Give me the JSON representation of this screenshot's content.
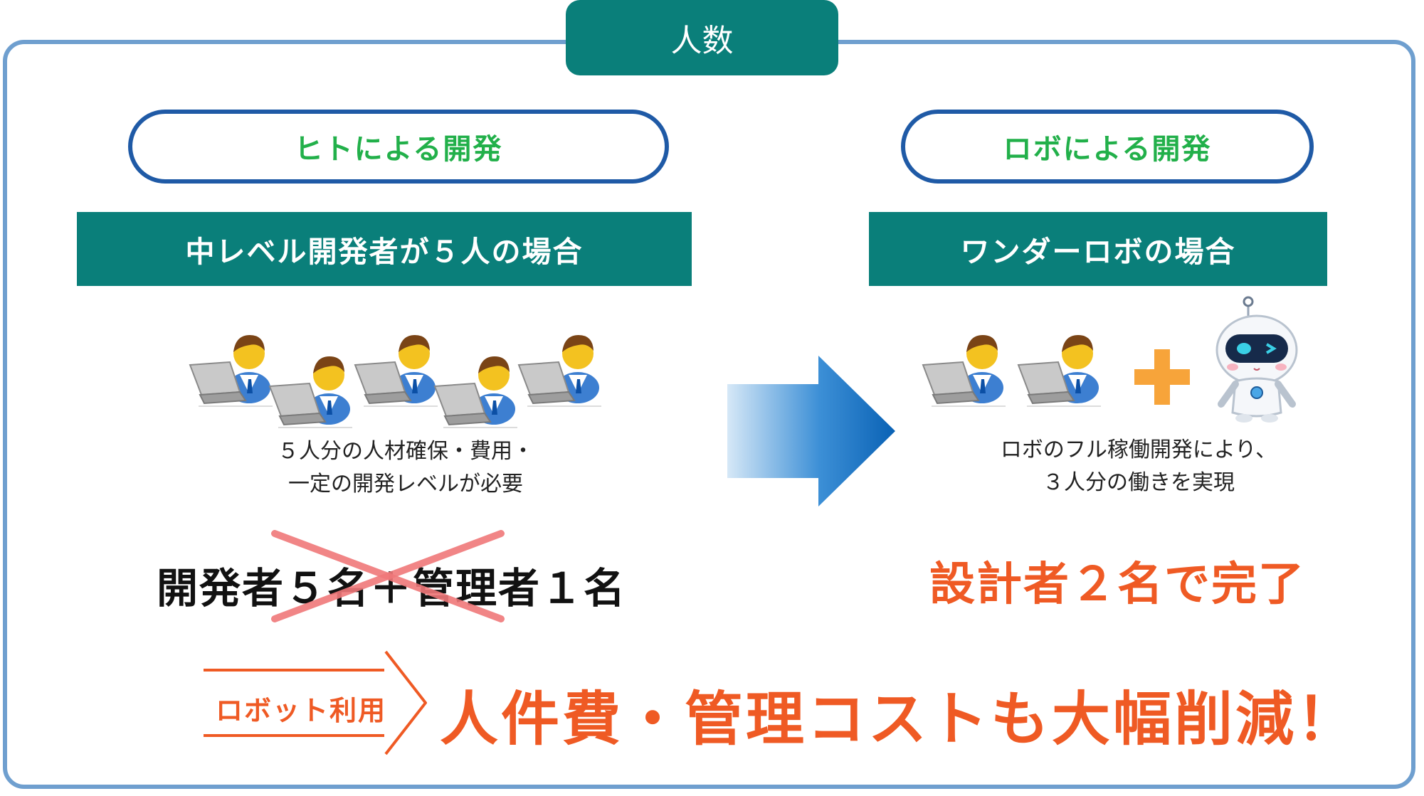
{
  "header": {
    "title": "人数"
  },
  "left": {
    "pill_label": "ヒトによる開発",
    "banner": "中レベル開発者が５人の場合",
    "note_line1": "５人分の人材確保・費用・",
    "note_line2": "一定の開発レベルが必要",
    "total": "開発者５名＋管理者１名"
  },
  "right": {
    "pill_label": "ロボによる開発",
    "banner": "ワンダーロボの場合",
    "note_line1": "ロボのフル稼働開発により、",
    "note_line2": "３人分の働きを実現",
    "total": "設計者２名で完了"
  },
  "footer": {
    "label": "ロボット利用",
    "tagline": "人件費・管理コストも大幅削減！"
  },
  "colors": {
    "teal": "#0a7f7a",
    "frame_blue": "#6f9fcf",
    "pill_border": "#1f5aa6",
    "green_text": "#22b04a",
    "orange": "#ef5a24",
    "cross_red": "#f0787a"
  },
  "icons": [
    "developer-at-laptop-icon",
    "plus-icon",
    "robot-icon",
    "arrow-right-icon"
  ]
}
